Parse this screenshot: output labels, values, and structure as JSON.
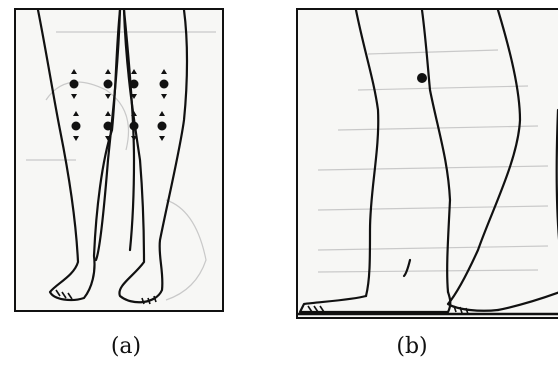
{
  "figure": {
    "panels": [
      {
        "id": "a",
        "caption": "(a)",
        "view": "front-view-legs",
        "marker_style": "dot-with-arrows"
      },
      {
        "id": "b",
        "caption": "(b)",
        "view": "side-view-legs",
        "marker_style": "single-dot"
      }
    ]
  }
}
